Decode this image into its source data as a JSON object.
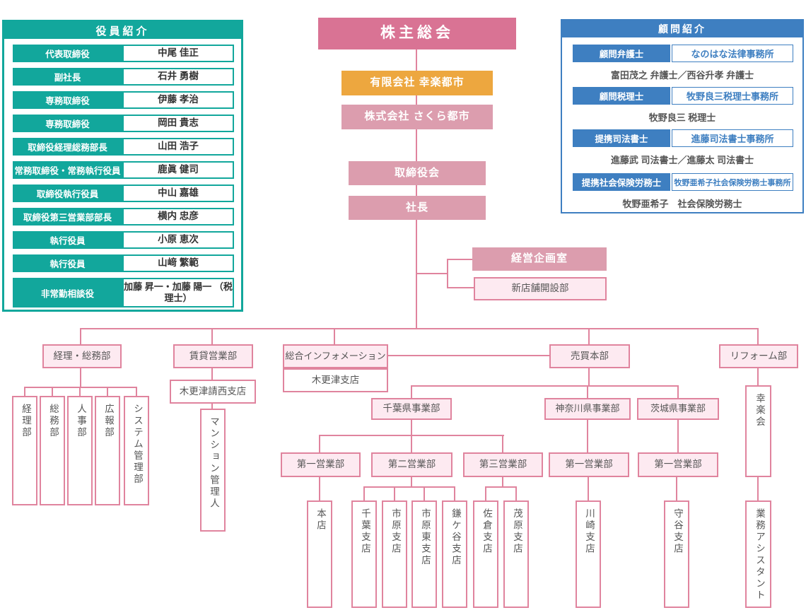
{
  "colors": {
    "teal": "#12A79C",
    "blue": "#3E7FC1",
    "pink_line": "#E0849E",
    "light_pink_fill": "#FDEAF1",
    "rose": "#DC9DAE",
    "deep_pink": "#D97394",
    "orange": "#EDA73F"
  },
  "officers_panel": {
    "title": "役員紹介",
    "rows": [
      {
        "role": "代表取締役",
        "name": "中尾 佳正"
      },
      {
        "role": "副社長",
        "name": "石井 勇樹"
      },
      {
        "role": "専務取締役",
        "name": "伊藤 孝治"
      },
      {
        "role": "専務取締役",
        "name": "岡田 貴志"
      },
      {
        "role": "取締役経理総務部長",
        "name": "山田 浩子"
      },
      {
        "role": "常務取締役・常務執行役員",
        "name": "鹿眞 健司"
      },
      {
        "role": "取締役執行役員",
        "name": "中山 嘉雄"
      },
      {
        "role": "取締役第三営業部部長",
        "name": "横内 忠彦"
      },
      {
        "role": "執行役員",
        "name": "小原 恵次"
      },
      {
        "role": "執行役員",
        "name": "山﨑 繁範"
      },
      {
        "role": "非常勤相談役",
        "name": "加藤 昇一・加藤 陽一 （税理士）"
      }
    ]
  },
  "advisors_panel": {
    "title": "顧問紹介",
    "rows": [
      {
        "role": "顧問弁護士",
        "firm": "なのはな法律事務所",
        "members": "富田茂之 弁護士／西谷升孝 弁護士"
      },
      {
        "role": "顧問税理士",
        "firm": "牧野良三税理士事務所",
        "members": "牧野良三 税理士"
      },
      {
        "role": "提携司法書士",
        "firm": "進藤司法書士事務所",
        "members": "進藤武 司法書士／進藤太 司法書士"
      },
      {
        "role": "提携社会保険労務士",
        "firm": "牧野亜希子社会保険労務士事務所",
        "members": "牧野亜希子　社会保険労務士"
      }
    ]
  },
  "org": {
    "shareholders_meeting": "株主総会",
    "holding_company": "有限会社 幸楽都市",
    "company": "株式会社 さくら都市",
    "board_of_directors": "取締役会",
    "president": "社長",
    "planning_office": "経営企画室",
    "new_store_dept": "新店舗開設部",
    "accounting_general_dept": "経理・総務部",
    "accounting_subdepts": [
      "経理部",
      "総務部",
      "人事部",
      "広報部",
      "システム管理部"
    ],
    "leasing_dept": "賃貸営業部",
    "kisarazu_uzai_branch": "木更津請西支店",
    "mansion_manager": "マンション管理人",
    "info_center": "総合インフォメーション",
    "kisarazu_branch": "木更津支店",
    "sales_hq": "売買本部",
    "chiba_division": "千葉県事業部",
    "kanagawa_division": "神奈川県事業部",
    "ibaraki_division": "茨城県事業部",
    "chiba_sales1": "第一営業部",
    "chiba_sales2": "第二営業部",
    "chiba_sales3": "第三営業部",
    "kanagawa_sales1": "第一営業部",
    "ibaraki_sales1": "第一営業部",
    "head_office": "本店",
    "chiba_sales2_branches": [
      "千葉支店",
      "市原支店",
      "市原東支店",
      "鎌ケ谷支店"
    ],
    "chiba_sales3_branches": [
      "佐倉支店",
      "茂原支店"
    ],
    "kawasaki_branch": "川崎支店",
    "moriya_branch": "守谷支店",
    "reform_dept": "リフォーム部",
    "kouraku_kai": "幸楽会",
    "gyomu_assistant": "業務アシスタント"
  }
}
